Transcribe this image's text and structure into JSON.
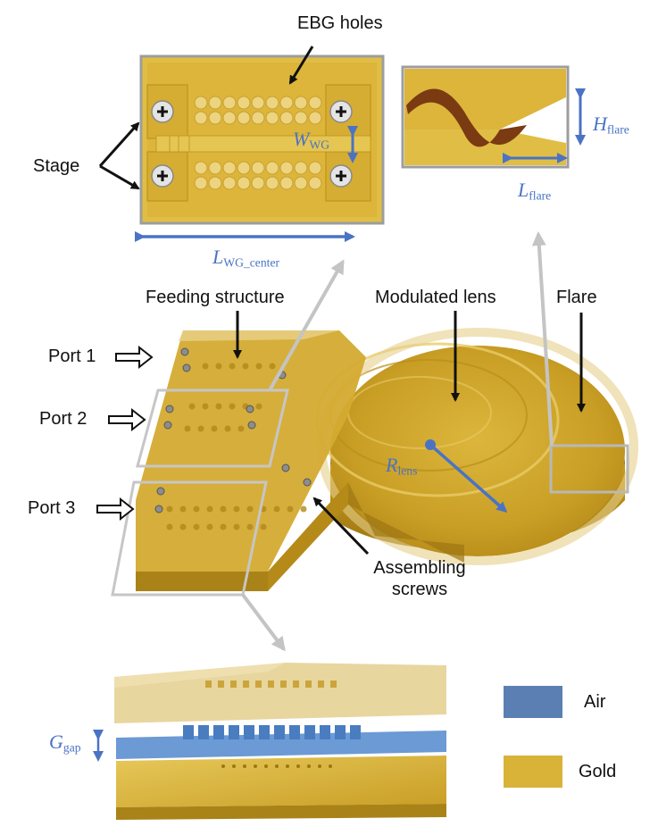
{
  "labels": {
    "ebg_holes": "EBG holes",
    "stage": "Stage",
    "feeding_structure": "Feeding structure",
    "modulated_lens": "Modulated lens",
    "flare": "Flare",
    "port1": "Port 1",
    "port2": "Port 2",
    "port3": "Port 3",
    "assembling_screws_line1": "Assembling",
    "assembling_screws_line2": "screws"
  },
  "params": {
    "w_wg": {
      "sym": "W",
      "sub": "WG"
    },
    "l_wg_center": {
      "sym": "L",
      "sub": "WG_center"
    },
    "h_flare": {
      "sym": "H",
      "sub": "flare"
    },
    "l_flare": {
      "sym": "L",
      "sub": "flare"
    },
    "r_lens": {
      "sym": "R",
      "sub": "lens"
    },
    "g_gap": {
      "sym": "G",
      "sub": "gap"
    }
  },
  "legend": [
    {
      "label": "Air",
      "color": "#5b7fb3"
    },
    {
      "label": "Gold",
      "color": "#d8b338"
    }
  ],
  "colors": {
    "gold": "#d9b53a",
    "gold_dark": "#b8911f",
    "gold_light": "#e8cc66",
    "accent_blue": "#4a73c4",
    "frame_gray": "#b8b8b8"
  }
}
